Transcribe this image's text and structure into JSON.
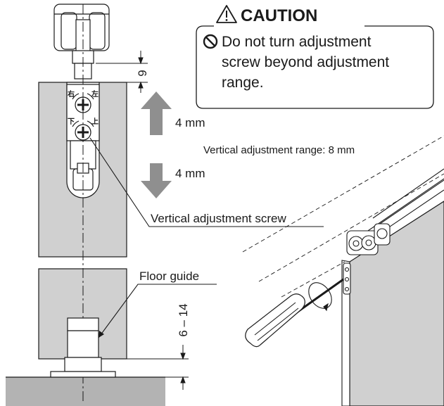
{
  "caution": {
    "title": "CAUTION",
    "lines": [
      "Do not turn adjustment",
      "screw beyond adjustment",
      "range."
    ]
  },
  "labels": {
    "up_amount": "4 mm",
    "down_amount": "4 mm",
    "range": "Vertical adjustment range: 8 mm",
    "screw": "Vertical adjustment screw",
    "floor_guide": "Floor guide"
  },
  "dimensions": {
    "top": "9",
    "bottom": "6 – 14"
  },
  "plate_marks": {
    "left_top": "右",
    "right_top": "左",
    "left_bottom": "下",
    "right_bottom": "上"
  },
  "colors": {
    "panel": "#d0d0d0",
    "floor": "#b3b3b3",
    "arrow": "#8f8f8f",
    "line": "#1a1a1a"
  }
}
